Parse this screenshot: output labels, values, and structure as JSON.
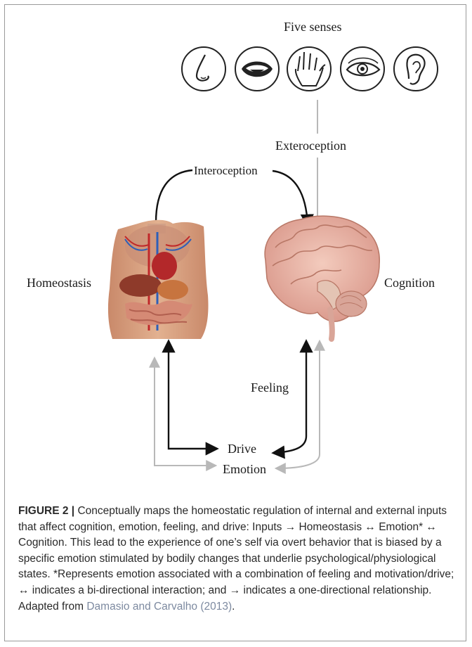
{
  "diagram": {
    "senses_title": "Five senses",
    "exteroception": "Exteroception",
    "interoception": "Interoception",
    "homeostasis": "Homeostasis",
    "cognition": "Cognition",
    "feeling": "Feeling",
    "drive": "Drive",
    "emotion": "Emotion",
    "senses": [
      "nose-icon",
      "mouth-icon",
      "hand-icon",
      "eye-icon",
      "ear-icon"
    ],
    "colors": {
      "black_arrow": "#111111",
      "gray_arrow": "#b8b8b8",
      "brain": "#e8b3a4",
      "body": "#d9a07f"
    }
  },
  "caption": {
    "figure_label": "FIGURE 2 |",
    "text_before_citation": " Conceptually maps the homeostatic regulation of internal and external inputs that affect cognition, emotion, feeling, and drive: Inputs → Homeostasis ↔ Emotion* ↔ Cognition. This lead to the experience of one’s self via overt behavior that is biased by a specific emotion stimulated by bodily changes that underlie psychological/physiological states. *Represents emotion associated with a combination of feeling and motivation/drive; ↔ indicates a bi-directional interaction; and → indicates a one-directional relationship. Adapted from ",
    "citation": "Damasio and Carvalho (2013)",
    "text_after_citation": "."
  }
}
